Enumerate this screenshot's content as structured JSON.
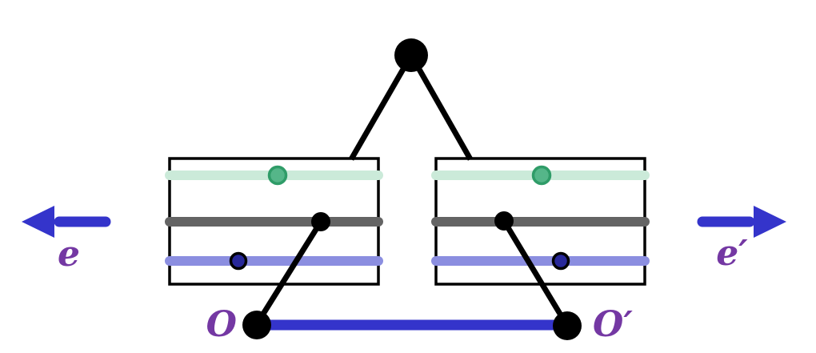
{
  "figure": {
    "labels": {
      "left_axis": "e",
      "right_axis": "e′",
      "origin_left": "O",
      "origin_right": "O′"
    },
    "colors": {
      "background": "#ffffff",
      "black": "#000000",
      "box_border": "#000000",
      "teal_stripe": "#cbead9",
      "green_dot_fill": "#55b689",
      "green_dot_stroke": "#2f9c68",
      "gray_stripe": "#646464",
      "lavender_stripe": "#8b8ee0",
      "navy_dot_fill": "#28289a",
      "navy_dot_stroke": "#000000",
      "blue_accent": "#3434cb",
      "label_purple": "#7438a3"
    }
  }
}
